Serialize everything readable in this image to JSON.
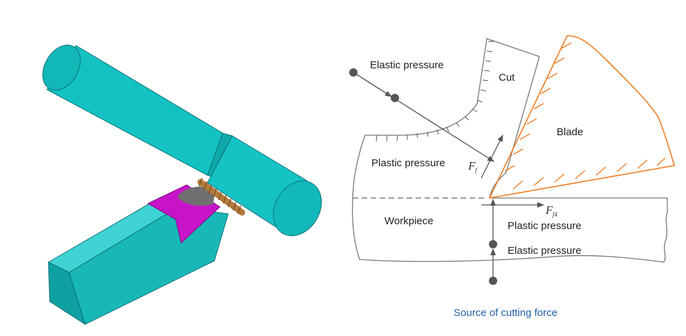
{
  "labels": {
    "elastic_pressure_top": "Elastic pressure",
    "cut": "Cut",
    "blade": "Blade",
    "plastic_pressure_left": "Plastic pressure",
    "workpiece": "Workpiece",
    "plastic_pressure_bottom": "Plastic pressure",
    "elastic_pressure_bottom": "Elastic pressure",
    "force_f": "F",
    "force_f_sub": "f",
    "force_f4": "F",
    "force_f4_sub": "f4",
    "caption": "Source of cutting force"
  },
  "colors": {
    "cylinder": "#14c2c4",
    "tool_body": "#19c0bf",
    "tool_insert": "#c814c9",
    "chip": "#b57a3c",
    "blade_outline": "#f07a1e",
    "caption": "#1f5fa8",
    "line": "#555555"
  }
}
